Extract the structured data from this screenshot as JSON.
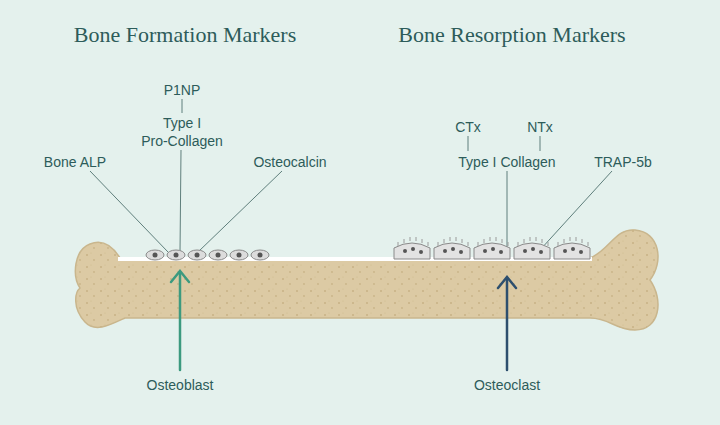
{
  "diagram": {
    "labels": [
      "Bone Formation Markers",
      "Bone Resorption Markers",
      "P1NP",
      "Type I Pro-Collagen",
      "Bone ALP",
      "Osteocalcin",
      "CTx",
      "NTx",
      "Type I Collagen",
      "TRAP-5b",
      "Osteoblast",
      "Osteoclast"
    ]
  }
}
